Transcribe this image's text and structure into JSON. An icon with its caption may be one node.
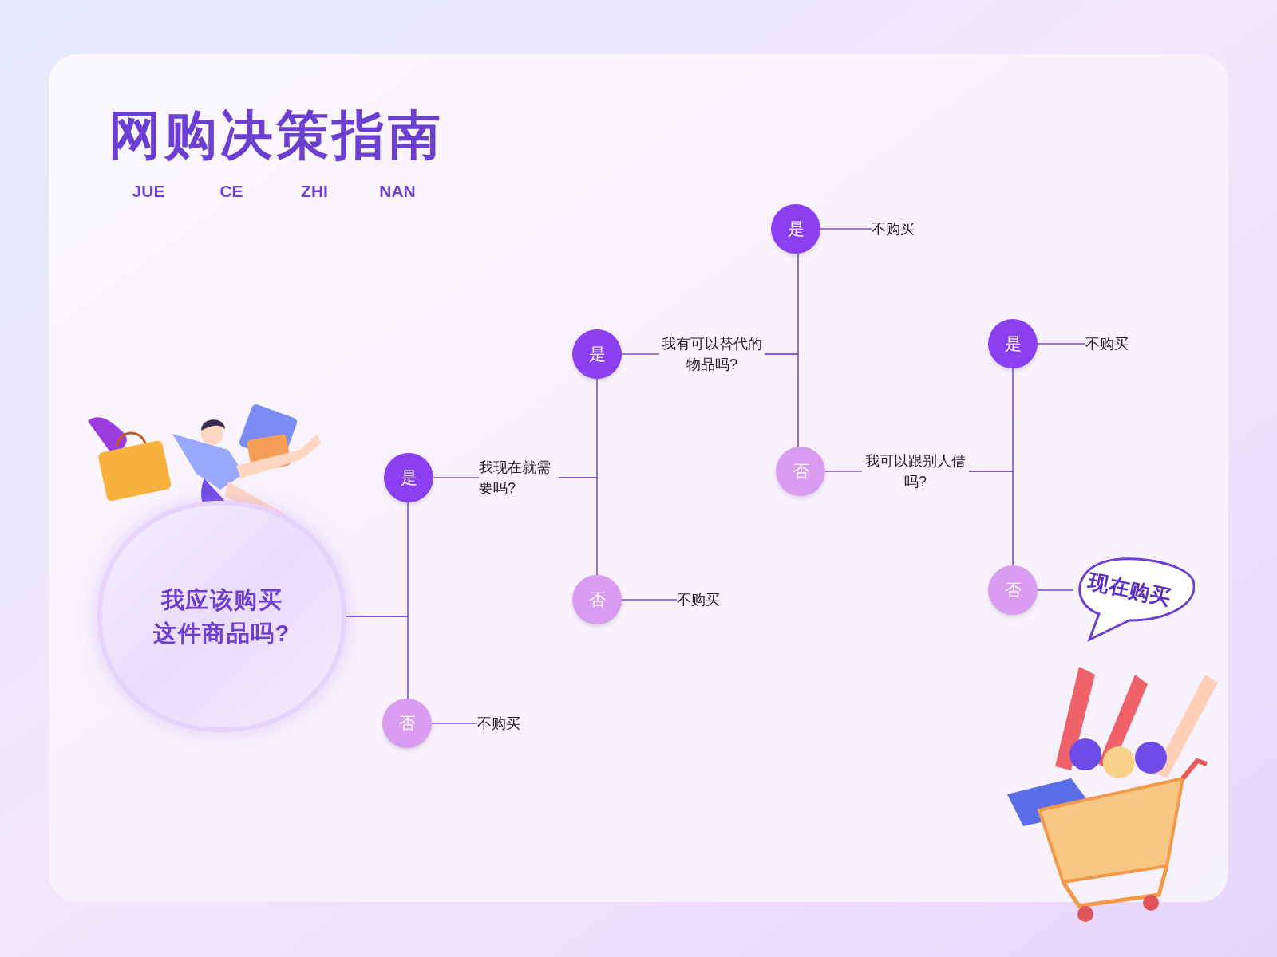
{
  "diagram": {
    "title": "网购决策指南",
    "nodes": [
      {
        "text": [
          "我应该购买这件商品吗?"
        ]
      },
      {
        "text": [
          "是"
        ]
      },
      {
        "text": [
          "我现在就需要吗?"
        ]
      },
      {
        "text": [
          "否"
        ]
      },
      {
        "text": [
          "不购买"
        ]
      },
      {
        "text": [
          "是"
        ]
      },
      {
        "text": [
          "我有可以替代的物品吗?"
        ]
      },
      {
        "text": [
          "否"
        ]
      },
      {
        "text": [
          "不购买"
        ]
      },
      {
        "text": [
          "是"
        ]
      },
      {
        "text": [
          "不购买"
        ]
      },
      {
        "text": [
          "否"
        ]
      },
      {
        "text": [
          "我可以跟别人借吗?"
        ]
      },
      {
        "text": [
          "是"
        ]
      },
      {
        "text": [
          "不购买"
        ]
      },
      {
        "text": [
          "否"
        ]
      },
      {
        "text": [
          "现在购买"
        ]
      }
    ],
    "edges": [
      {
        "from": 0,
        "to": 1,
        "arrow": "none"
      },
      {
        "from": 0,
        "to": 3,
        "arrow": "none"
      },
      {
        "from": 1,
        "to": 2,
        "arrow": "none"
      },
      {
        "from": 3,
        "to": 4,
        "arrow": "none"
      },
      {
        "from": 2,
        "to": 5,
        "arrow": "none"
      },
      {
        "from": 2,
        "to": 7,
        "arrow": "none"
      },
      {
        "from": 5,
        "to": 6,
        "arrow": "none"
      },
      {
        "from": 7,
        "to": 8,
        "arrow": "none"
      },
      {
        "from": 6,
        "to": 9,
        "arrow": "none"
      },
      {
        "from": 6,
        "to": 11,
        "arrow": "none"
      },
      {
        "from": 9,
        "to": 10,
        "arrow": "none"
      },
      {
        "from": 11,
        "to": 12,
        "arrow": "none"
      },
      {
        "from": 12,
        "to": 13,
        "arrow": "none"
      },
      {
        "from": 12,
        "to": 15,
        "arrow": "none"
      },
      {
        "from": 13,
        "to": 14,
        "arrow": "none"
      },
      {
        "from": 15,
        "to": 16,
        "arrow": "none"
      }
    ],
    "labels": [
      "JUE",
      "CE",
      "ZHI",
      "NAN"
    ]
  }
}
